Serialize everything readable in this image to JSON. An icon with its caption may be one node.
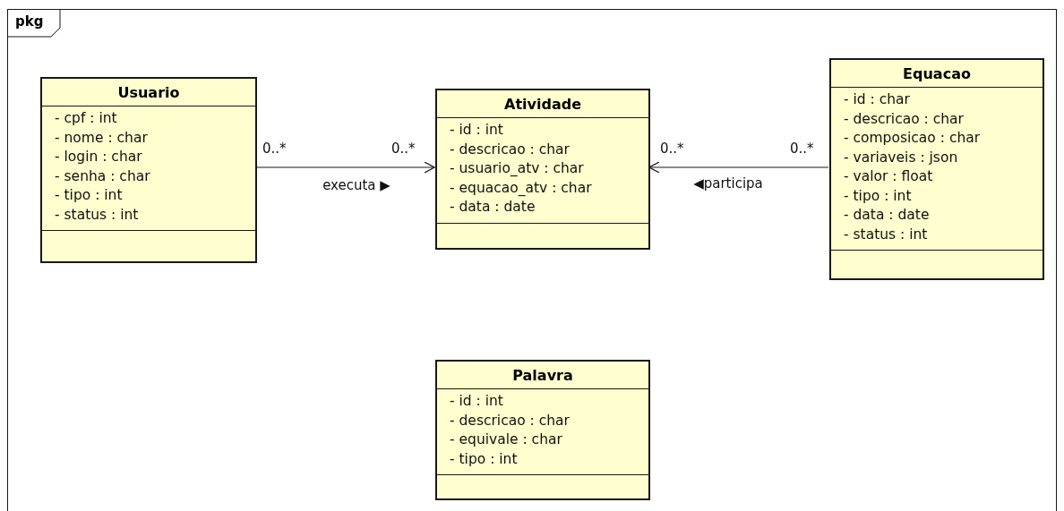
{
  "diagram": {
    "nodes": [
      {
        "text": [
          "pkg"
        ]
      },
      {
        "text": [
          "Usuario",
          "- cpf : int",
          "- nome : char",
          "- login : char",
          "- senha : char",
          "- tipo : int",
          "- status : int"
        ],
        "in": 0
      },
      {
        "text": [
          "Atividade",
          "- id : int",
          "- descricao : char",
          "- usuario_atv : char",
          "- equacao_atv : char",
          "- data : date"
        ],
        "in": 0
      },
      {
        "text": [
          "Equacao",
          "- id : char",
          "- descricao : char",
          "- composicao : char",
          "- variaveis : json",
          "- valor : float",
          "- tipo : int",
          "- data : date",
          "- status : int"
        ],
        "in": 0
      },
      {
        "text": [
          "Palavra",
          "- id : int",
          "- descricao : char",
          "- equivale : char",
          "- tipo : int"
        ],
        "in": 0
      }
    ],
    "edges": [
      {
        "from": 1,
        "to": 2,
        "arrow": "to",
        "label": "executa ▶"
      },
      {
        "from": 3,
        "to": 2,
        "arrow": "to",
        "label": "◀participa"
      }
    ],
    "labels": [
      "0..*",
      "0..*",
      "0..*",
      "0..*"
    ]
  }
}
